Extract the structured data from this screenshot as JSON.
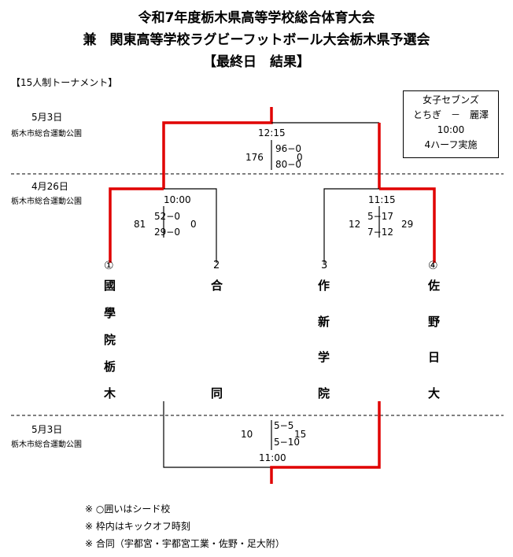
{
  "title": {
    "line1": "令和7年度栃木県高等学校総合体育大会",
    "line2": "兼　関東高等学校ラグビーフットボール大会栃木県予選会",
    "line3": "【最終日　結果】"
  },
  "tournament_label": "【15人制トーナメント】",
  "women_box": {
    "line1": "女子セブンズ",
    "line2": "とちぎ　－　麗澤",
    "line3": "10:00",
    "line4": "4ハーフ実施"
  },
  "sessions": {
    "final": {
      "date": "5月3日",
      "venue": "栃木市総合運動公園"
    },
    "semi": {
      "date": "4月26日",
      "venue": "栃木市総合運動公園"
    },
    "third": {
      "date": "5月3日",
      "venue": "栃木市総合運動公園"
    }
  },
  "final_match": {
    "time": "12:15",
    "left_score": "176",
    "half1": "96−0",
    "half2": "80−0",
    "right_score": "0"
  },
  "semi_left": {
    "time": "10:00",
    "left_score": "81",
    "half1": "52−0",
    "half2": "29−0",
    "right_score": "0"
  },
  "semi_right": {
    "time": "11:15",
    "left_score": "12",
    "half1": "5−17",
    "half2": "7−12",
    "right_score": "29"
  },
  "third_match": {
    "time": "11:00",
    "left_score": "10",
    "half1": "5−5",
    "half2": "5−10",
    "right_score": "15"
  },
  "teams": [
    {
      "seed": "①",
      "chars": [
        "國",
        "學",
        "院",
        "栃",
        "木"
      ]
    },
    {
      "seed": "2",
      "chars": [
        "合",
        "",
        "",
        "",
        "同"
      ]
    },
    {
      "seed": "3",
      "chars": [
        "作",
        "新",
        "学",
        "院"
      ]
    },
    {
      "seed": "④",
      "chars": [
        "佐",
        "野",
        "日",
        "大"
      ]
    }
  ],
  "notes": [
    "※ ○囲いはシード校",
    "※ 枠内はキックオフ時刻",
    "※ 合同（宇都宮・宇都宮工業・佐野・足大附）"
  ],
  "colors": {
    "winner_line": "#e00000",
    "line": "#000000"
  }
}
